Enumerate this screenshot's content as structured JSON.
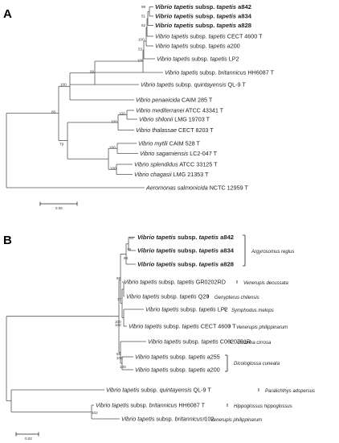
{
  "panelA": {
    "label": "A",
    "scale_label": "0.05",
    "leaves": [
      {
        "it": "Vibrio tapetis",
        "rest": " subsp. ",
        "it2": "tapetis",
        "rest2": " a842",
        "bold": true
      },
      {
        "it": "Vibrio tapetis",
        "rest": " subsp. ",
        "it2": "tapetis",
        "rest2": " a834",
        "bold": true
      },
      {
        "it": "Vibrio tapetis",
        "rest": " subsp. ",
        "it2": "tapetis",
        "rest2": " a828",
        "bold": true
      },
      {
        "it": "Vibrio tapetis",
        "rest": " subsp. ",
        "it2": "tapetis",
        "rest2": " CECT 4600 T",
        "bold": false
      },
      {
        "it": "Vibrio tapetis",
        "rest": " subsp. ",
        "it2": "tapetis",
        "rest2": " a200",
        "bold": false
      },
      {
        "it": "Vibrio tapetis",
        "rest": " subsp. ",
        "it2": "tapetis",
        "rest2": " LP2",
        "bold": false
      },
      {
        "it": "Vibrio tapetis",
        "rest": " subsp. ",
        "it2": "britannicus",
        "rest2": " HH6087 T",
        "bold": false
      },
      {
        "it": "Vibrio tapetis",
        "rest": " subsp. ",
        "it2": "quintayensis",
        "rest2": " QL-9 T",
        "bold": false
      },
      {
        "it": "Vibrio penaeicida",
        "rest": " CAIM 285 T",
        "it2": "",
        "rest2": "",
        "bold": false
      },
      {
        "it": "Vibrio mediterranei",
        "rest": " ATCC 43341 T",
        "it2": "",
        "rest2": "",
        "bold": false
      },
      {
        "it": "Vibrio shilonii",
        "rest": " LMG 19703 T",
        "it2": "",
        "rest2": "",
        "bold": false
      },
      {
        "it": "Vibrio thalassae",
        "rest": " CECT 8203 T",
        "it2": "",
        "rest2": "",
        "bold": false
      },
      {
        "it": "Vibrio mytili",
        "rest": " CAIM 528 T",
        "it2": "",
        "rest2": "",
        "bold": false
      },
      {
        "it": "Vibrio sagamiensis",
        "rest": " LC2-047 T",
        "it2": "",
        "rest2": "",
        "bold": false
      },
      {
        "it": "Vibrio splendidus",
        "rest": " ATCC 33125 T",
        "it2": "",
        "rest2": "",
        "bold": false
      },
      {
        "it": "Vibrio chagasii",
        "rest": " LMG 21353 T",
        "it2": "",
        "rest2": "",
        "bold": false
      },
      {
        "it": "Aeromonas salmonicida",
        "rest": " NCTC 12959 T",
        "it2": "",
        "rest2": "",
        "bold": false
      }
    ],
    "bootstraps": [
      "99",
      "51",
      "52",
      "100",
      "53",
      "100",
      "99",
      "100",
      "100",
      "100",
      "85",
      "100",
      "100",
      "79"
    ]
  },
  "panelB": {
    "label": "B",
    "scale_label": "0.02",
    "leaves": [
      {
        "it": "Vibrio tapetis",
        "rest": " subsp. ",
        "it2": "tapetis",
        "rest2": " a842",
        "bold": true
      },
      {
        "it": "Vibrio tapetis",
        "rest": " subsp. ",
        "it2": "tapetis",
        "rest2": " a834",
        "bold": true
      },
      {
        "it": "Vibrio tapetis",
        "rest": " subsp. ",
        "it2": "tapetis",
        "rest2": " a828",
        "bold": true
      },
      {
        "it": "Vibrio tapetis",
        "rest": " subsp. ",
        "it2": "tapetis",
        "rest2": " GR0202RD",
        "bold": false
      },
      {
        "it": "Vibrio tapetis",
        "rest": " subsp. ",
        "it2": "tapetis",
        "rest2": " Q20",
        "bold": false
      },
      {
        "it": "Vibrio tapetis",
        "rest": " subsp. ",
        "it2": "tapetis",
        "rest2": " LP2",
        "bold": false
      },
      {
        "it": "Vibrio tapetis",
        "rest": " subsp. ",
        "it2": "tapetis",
        "rest2": " CECT 4600 T",
        "bold": false
      },
      {
        "it": "Vibrio tapetis",
        "rest": " subsp. ",
        "it2": "tapetis",
        "rest2": " C0620701R",
        "bold": false
      },
      {
        "it": "Vibrio tapetis",
        "rest": " subsp. ",
        "it2": "tapetis",
        "rest2": " a255",
        "bold": false
      },
      {
        "it": "Vibrio tapetis",
        "rest": " subsp. ",
        "it2": "tapetis",
        "rest2": " a200",
        "bold": false
      },
      {
        "it": "Vibrio tapetis",
        "rest": " subsp. ",
        "it2": "quintayensis",
        "rest2": " QL-9 T",
        "bold": false
      },
      {
        "it": "Vibrio tapetis",
        "rest": " subsp. ",
        "it2": "britannicus",
        "rest2": " HH6087 T",
        "bold": false
      },
      {
        "it": "Vibrio tapetis",
        "rest": " subsp. ",
        "it2": "britannicus",
        "rest2": " 102",
        "bold": false
      }
    ],
    "hosts": [
      "Argyrosomus regius",
      "Venerupis decussata",
      "Genypterus chilensis",
      "Symphodus melops",
      "Venerupis philippinarum",
      "Umbrina cirrosa",
      "Dicologlossa cuneata",
      "Paralichthys adspersus",
      "Hippoglossus hippoglossus",
      "Venerupis philippinarum"
    ],
    "bootstraps": [
      "63",
      "76",
      "88",
      "68",
      "37",
      "100",
      "100",
      "59",
      "100",
      "100",
      "102"
    ]
  }
}
